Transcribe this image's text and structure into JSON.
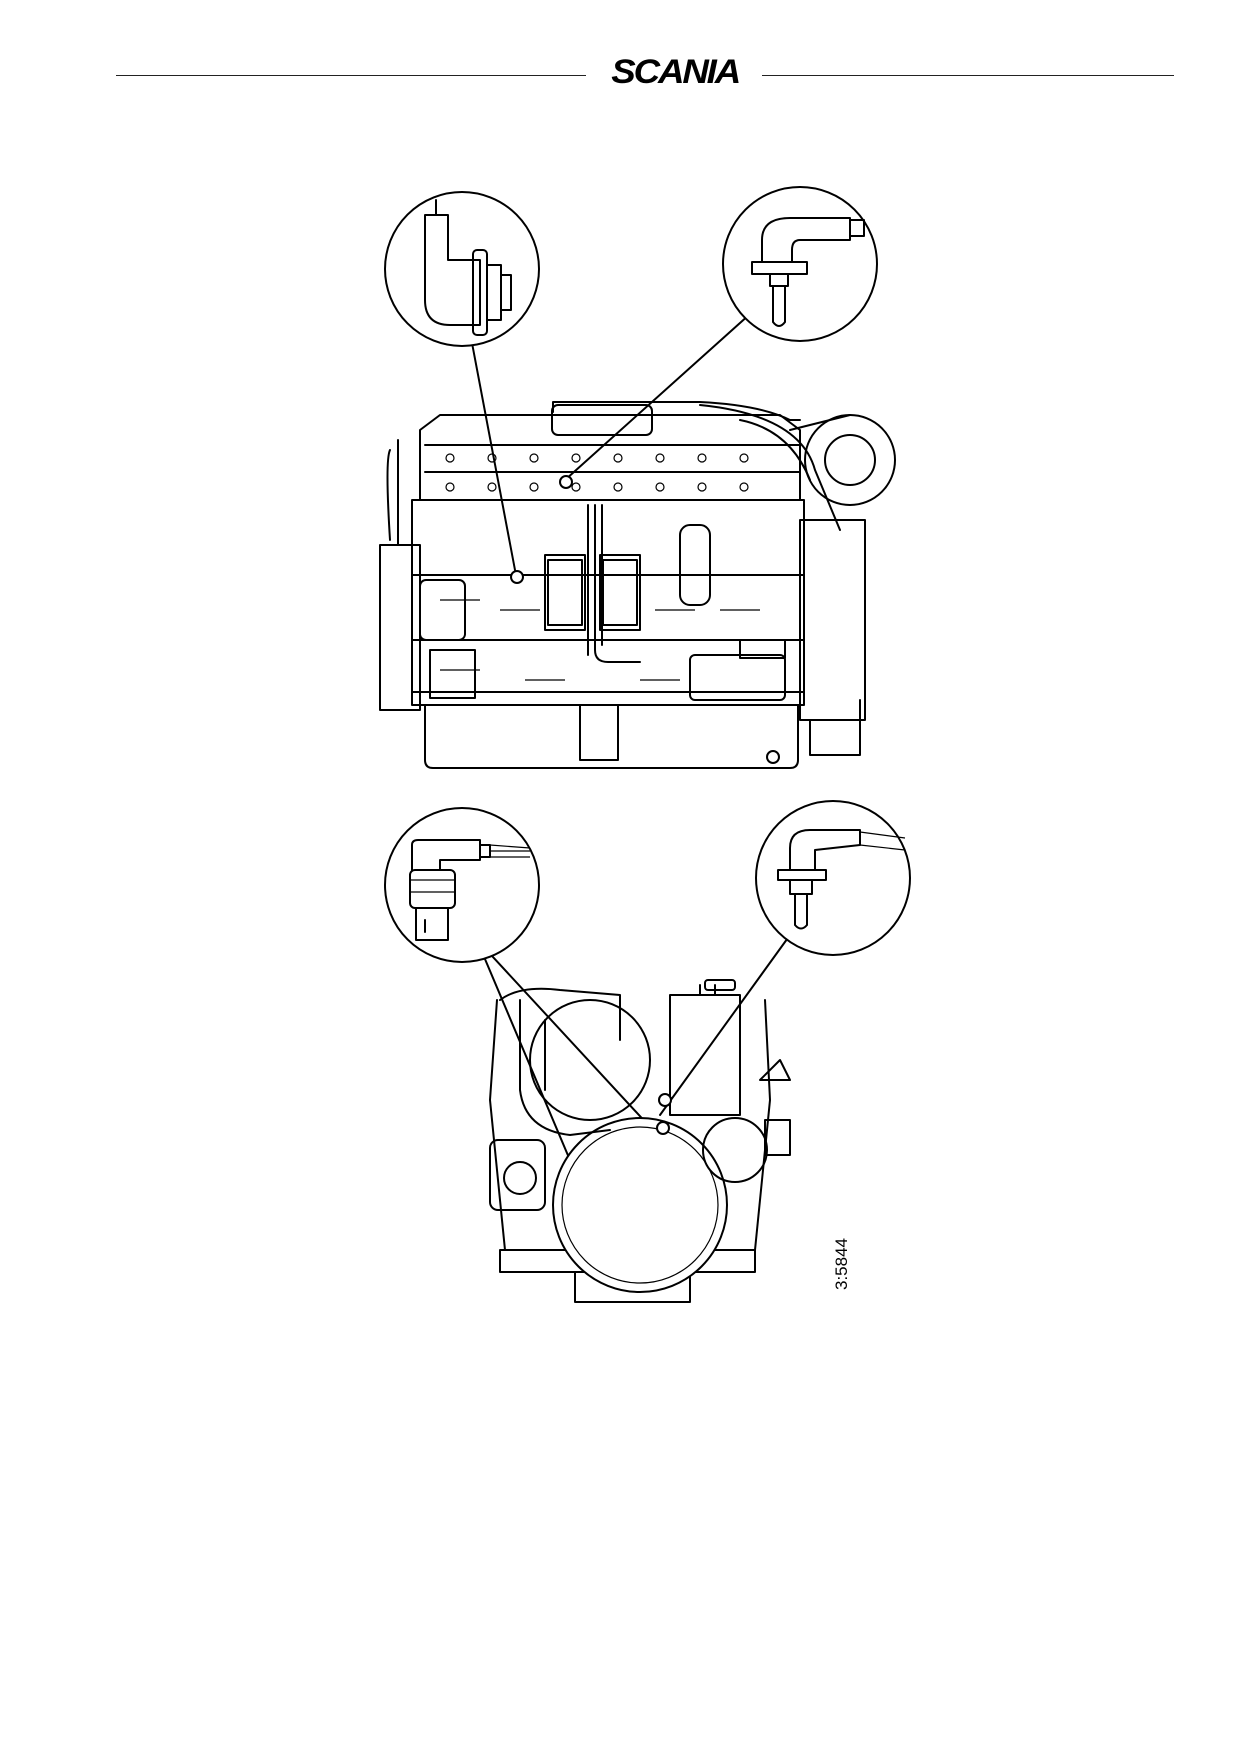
{
  "header": {
    "brand": "SCANIA"
  },
  "figure": {
    "number": "3:5844"
  },
  "callouts": [
    {
      "name": "detail-sensor-top-left",
      "icon": "sensor-connector-icon"
    },
    {
      "name": "detail-sensor-top-right",
      "icon": "temperature-sensor-icon"
    },
    {
      "name": "detail-sensor-bottom-left",
      "icon": "speed-sensor-icon"
    },
    {
      "name": "detail-sensor-bottom-right",
      "icon": "temperature-sensor-icon"
    }
  ]
}
